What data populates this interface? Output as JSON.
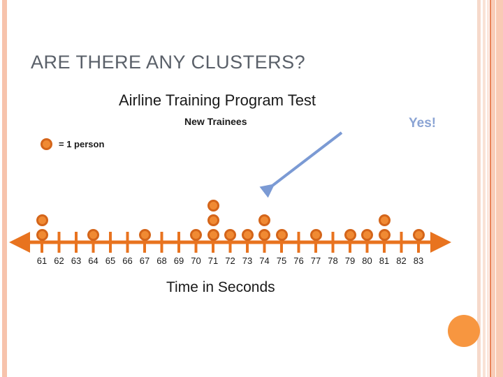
{
  "slide": {
    "title": "ARE THERE ANY CLUSTERS?",
    "background_color": "#ffffff",
    "title_color": "#5a6069"
  },
  "decor": {
    "left_stripe_color": "#f7c3ac",
    "right_stripe_colors": [
      "#f6d9ca",
      "#f9e2d6",
      "#fbe6dc",
      "#e8845a",
      "#f9cdb8",
      "#f9cbb5"
    ],
    "corner_dot_color": "#f79640"
  },
  "callout": {
    "text": "Yes!",
    "color": "#8ba4d4",
    "arrow_color": "#7b9ad4"
  },
  "legend": {
    "symbol": "orange-dot",
    "text": "= 1 person"
  },
  "chart_data": {
    "type": "bar",
    "title": "Airline Training Program Test",
    "subtitle": "New Trainees",
    "xlabel": "Time in Seconds",
    "ylabel": "",
    "plot_style": "dot-plot",
    "unit": "= 1 person",
    "grid": false,
    "legend_position": "top-left",
    "xlim": [
      61,
      83
    ],
    "ylim": [
      0,
      3
    ],
    "categories": [
      "61",
      "62",
      "63",
      "64",
      "65",
      "66",
      "67",
      "68",
      "69",
      "70",
      "71",
      "72",
      "73",
      "74",
      "75",
      "76",
      "77",
      "78",
      "79",
      "80",
      "81",
      "82",
      "83"
    ],
    "values": [
      2,
      0,
      0,
      1,
      0,
      0,
      1,
      0,
      0,
      1,
      3,
      1,
      1,
      2,
      1,
      0,
      1,
      0,
      1,
      1,
      2,
      0,
      1
    ],
    "dot_color": "#f08a33",
    "dot_border_color": "#d4651a",
    "axis_color": "#e8731f",
    "total_count": 19
  }
}
